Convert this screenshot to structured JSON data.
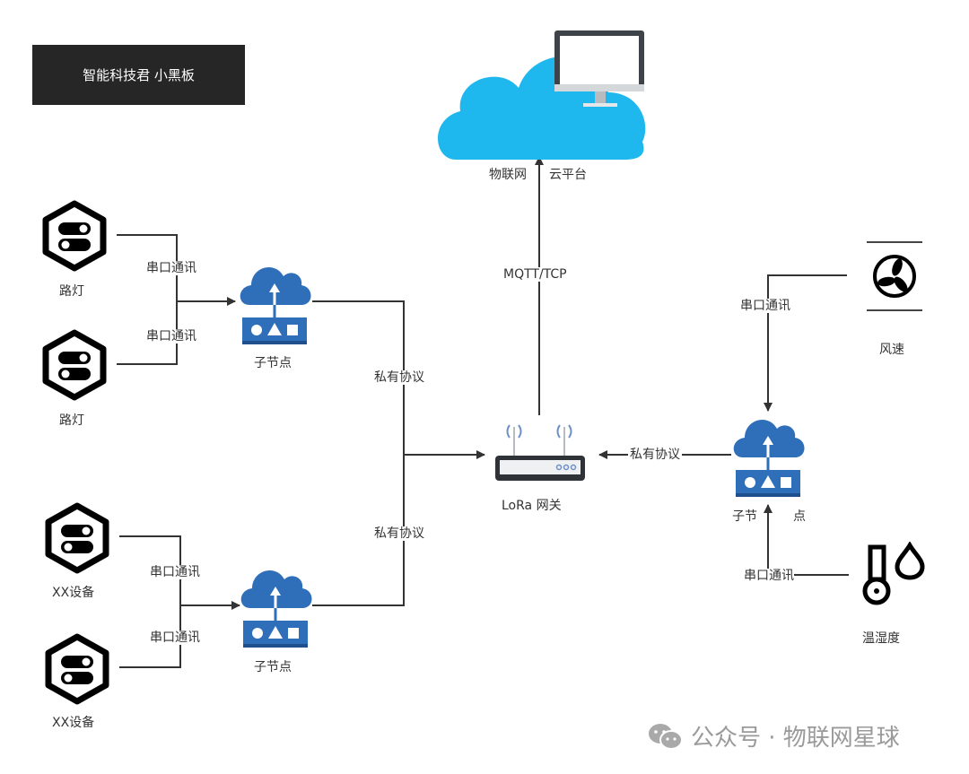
{
  "title_box": {
    "text": "智能科技君 小黑板"
  },
  "cloud_platform": {
    "label_left": "物联网",
    "label_right": "云平台",
    "color": "#1fb8ee"
  },
  "gateway": {
    "label": "LoRa  网关",
    "uplink_protocol": "MQTT/TCP"
  },
  "left_groups": [
    {
      "devices": [
        {
          "label": "路灯",
          "icon": "toggle-switch-hexagon"
        },
        {
          "label": "路灯",
          "icon": "toggle-switch-hexagon"
        }
      ],
      "links": [
        "串口通讯",
        "串口通讯"
      ],
      "subnode": {
        "label": "子节点"
      },
      "protocol": "私有协议"
    },
    {
      "devices": [
        {
          "label": "XX设备",
          "icon": "toggle-switch-hexagon"
        },
        {
          "label": "XX设备",
          "icon": "toggle-switch-hexagon"
        }
      ],
      "links": [
        "串口通讯",
        "串口通讯"
      ],
      "subnode": {
        "label": "子节点"
      },
      "protocol": "私有协议"
    }
  ],
  "right_group": {
    "subnode": {
      "label_left": "子节",
      "label_right": "点"
    },
    "protocol": "私有协议",
    "devices": [
      {
        "label": "风速",
        "icon": "fan",
        "link": "串口通讯"
      },
      {
        "label": "温湿度",
        "icon": "thermometer-droplet",
        "link": "串口通讯"
      }
    ]
  },
  "colors": {
    "node_blue": "#2f6fba",
    "line": "#333333",
    "title_bg": "#262626"
  },
  "watermark": {
    "icon": "wechat-icon",
    "text": "公众号 · 物联网星球"
  }
}
